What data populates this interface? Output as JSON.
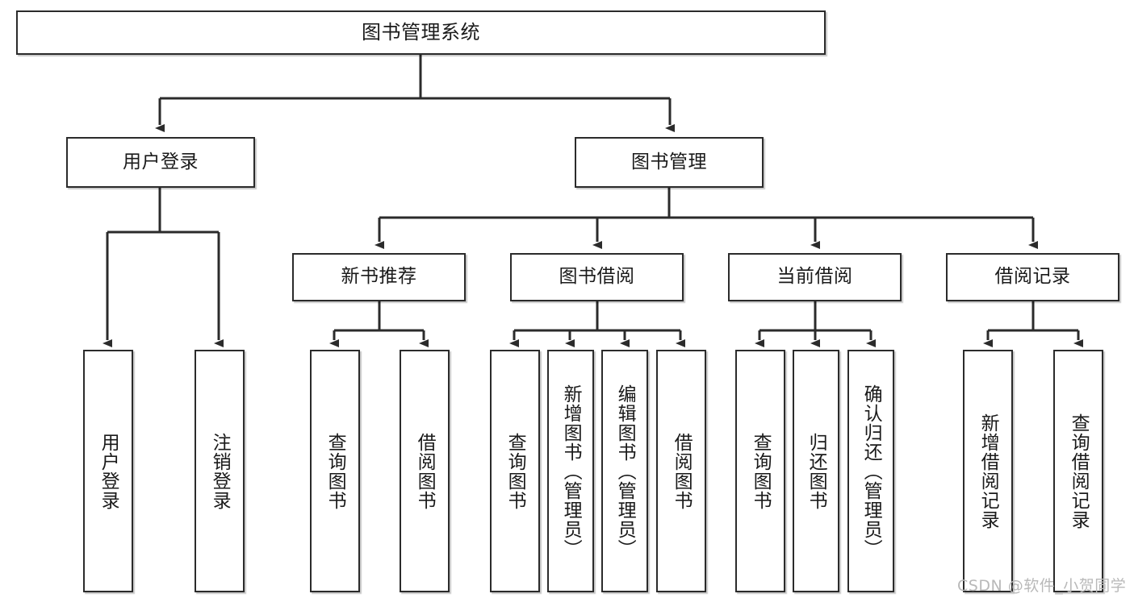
{
  "diagram": {
    "type": "tree-hierarchy",
    "title": "图书管理系统",
    "orientation": "top-down",
    "colors": {
      "box_border": "#2b2b2b",
      "box_fill": "#ffffff",
      "connector": "#2b2b2b",
      "text": "#1a1a1a",
      "watermark": "#b9b9b9"
    },
    "root": {
      "id": "root",
      "label": "图书管理系统",
      "text_orientation": "horizontal"
    },
    "level2": [
      {
        "id": "user-login",
        "label": "用户登录",
        "text_orientation": "horizontal"
      },
      {
        "id": "book-manage",
        "label": "图书管理",
        "text_orientation": "horizontal"
      }
    ],
    "level3": [
      {
        "id": "new-book-recommend",
        "label": "新书推荐",
        "parent": "book-manage",
        "text_orientation": "horizontal"
      },
      {
        "id": "book-borrow",
        "label": "图书借阅",
        "parent": "book-manage",
        "text_orientation": "horizontal"
      },
      {
        "id": "current-borrow",
        "label": "当前借阅",
        "parent": "book-manage",
        "text_orientation": "horizontal"
      },
      {
        "id": "borrow-record",
        "label": "借阅记录",
        "parent": "book-manage",
        "text_orientation": "horizontal"
      }
    ],
    "leaves": [
      {
        "id": "leaf-user-login",
        "label": "用户登录",
        "parent": "user-login",
        "text_orientation": "vertical"
      },
      {
        "id": "leaf-logout-login",
        "label": "注销登录",
        "parent": "user-login",
        "text_orientation": "vertical"
      },
      {
        "id": "leaf-query-book-1",
        "label": "查询图书",
        "parent": "new-book-recommend",
        "text_orientation": "vertical"
      },
      {
        "id": "leaf-borrow-book-1",
        "label": "借阅图书",
        "parent": "new-book-recommend",
        "text_orientation": "vertical"
      },
      {
        "id": "leaf-query-book-2",
        "label": "查询图书",
        "parent": "book-borrow",
        "text_orientation": "vertical"
      },
      {
        "id": "leaf-add-book",
        "label": "新增图书（管理员）",
        "parent": "book-borrow",
        "text_orientation": "vertical"
      },
      {
        "id": "leaf-edit-book",
        "label": "编辑图书（管理员）",
        "parent": "book-borrow",
        "text_orientation": "vertical"
      },
      {
        "id": "leaf-borrow-book-2",
        "label": "借阅图书",
        "parent": "book-borrow",
        "text_orientation": "vertical"
      },
      {
        "id": "leaf-query-book-3",
        "label": "查询图书",
        "parent": "current-borrow",
        "text_orientation": "vertical"
      },
      {
        "id": "leaf-return-book",
        "label": "归还图书",
        "parent": "current-borrow",
        "text_orientation": "vertical"
      },
      {
        "id": "leaf-confirm-return",
        "label": "确认归还（管理员）",
        "parent": "current-borrow",
        "text_orientation": "vertical"
      },
      {
        "id": "leaf-add-borrow-record",
        "label": "新增借阅记录",
        "parent": "borrow-record",
        "text_orientation": "vertical"
      },
      {
        "id": "leaf-query-borrow-record",
        "label": "查询借阅记录",
        "parent": "borrow-record",
        "text_orientation": "vertical"
      }
    ]
  },
  "watermark": {
    "text": "CSDN @软件_小贺同学"
  }
}
